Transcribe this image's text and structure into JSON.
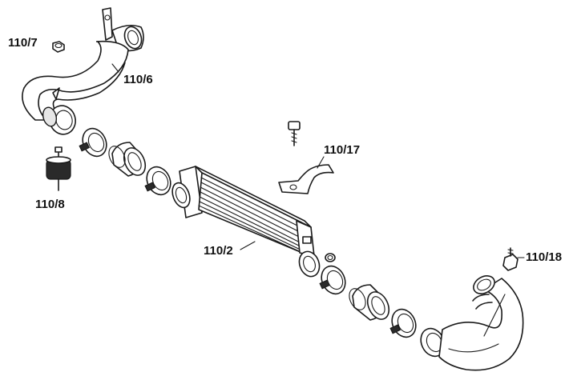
{
  "callouts": {
    "p110_7": "110/7",
    "p110_6": "110/6",
    "p110_8": "110/8",
    "p110_17": "110/17",
    "p110_2": "110/2",
    "p110_18": "110/18"
  },
  "colors": {
    "line": "#1a1a1a",
    "background": "#ffffff",
    "text": "#111111"
  }
}
